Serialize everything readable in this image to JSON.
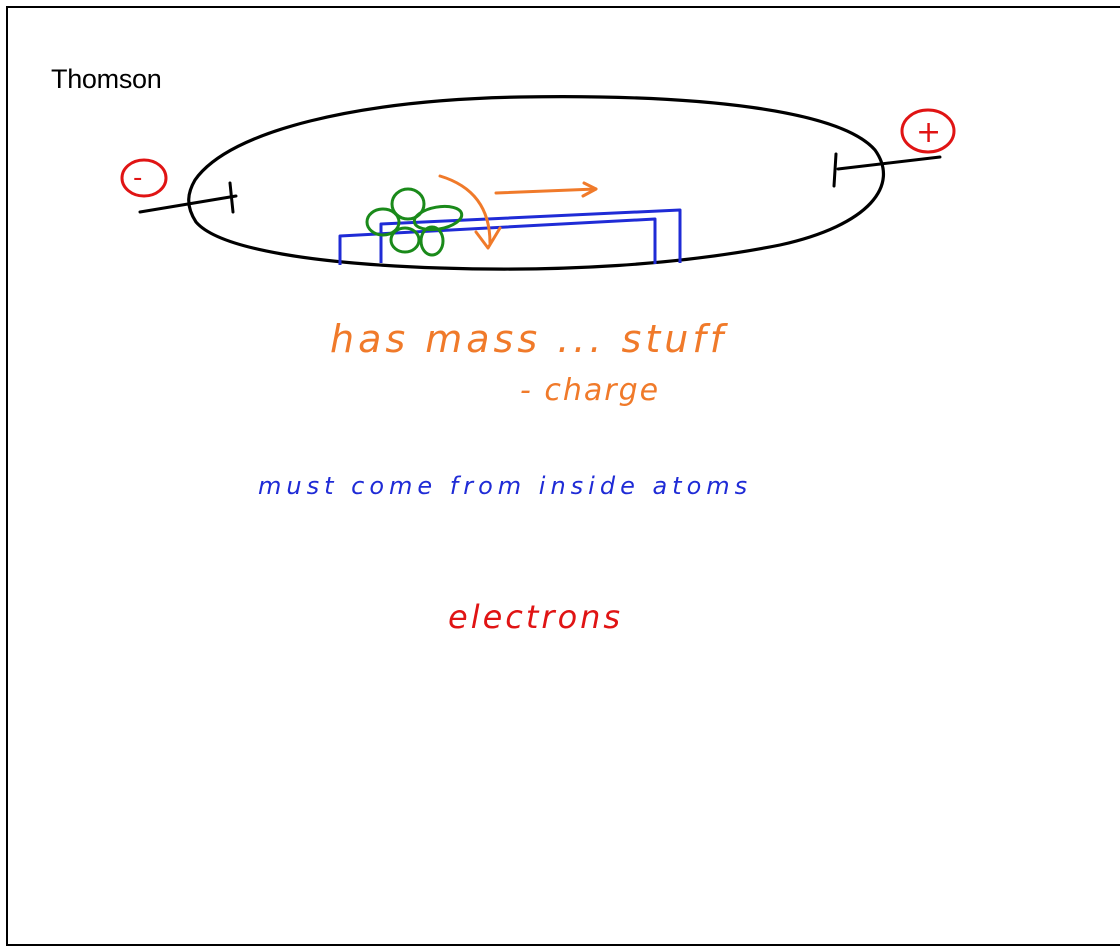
{
  "slide": {
    "title": "Thomson"
  },
  "annotations": {
    "cathode_sign": "-",
    "anode_sign": "+",
    "line1": "has mass ... stuff",
    "line2": "- charge",
    "line3": "must come from inside atoms",
    "line4": "electrons"
  },
  "colors": {
    "tube_outline": "#000000",
    "sign_circles": "#e01414",
    "track": "#1f2bd6",
    "paddle_wheel": "#1a8a1a",
    "motion_arrows": "#f07a2a",
    "orange_notes": "#f07a2a",
    "blue_notes": "#1f2bd6",
    "red_notes": "#e01414"
  }
}
